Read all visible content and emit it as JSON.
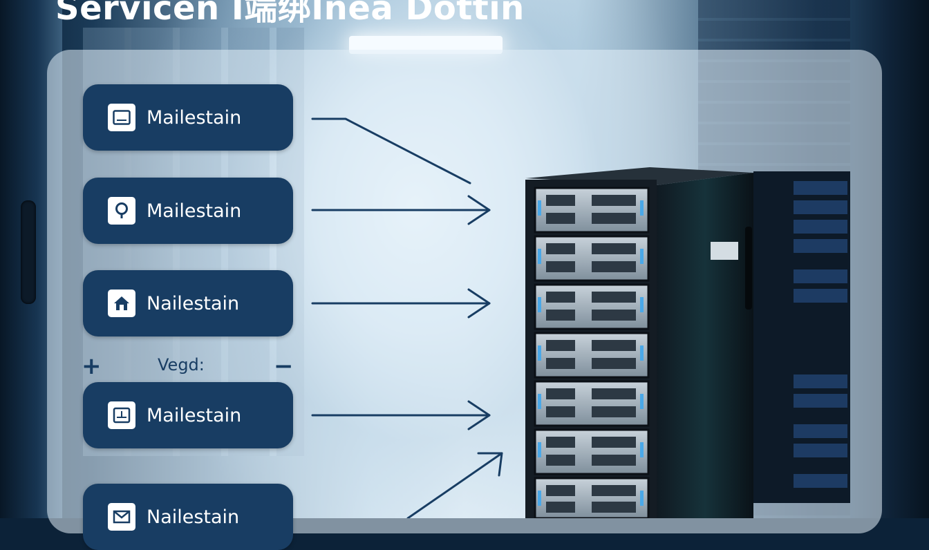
{
  "title": "Servicen I端绑Inea Dottin",
  "nodes": [
    {
      "label": "Mailestain",
      "icon": "inbox-icon"
    },
    {
      "label": "Mailestain",
      "icon": "location-pin-icon"
    },
    {
      "label": "Nailestain",
      "icon": "home-icon"
    },
    {
      "label": "Mailestain",
      "icon": "server-box-icon"
    },
    {
      "label": "Nailestain",
      "icon": "mail-icon"
    }
  ],
  "legend": {
    "plus_label": "+",
    "text": "Vegd:",
    "minus_label": "−"
  },
  "colors": {
    "node_fill": "#183d63",
    "arrow_stroke": "#183d63",
    "panel": "#e2eef7"
  }
}
